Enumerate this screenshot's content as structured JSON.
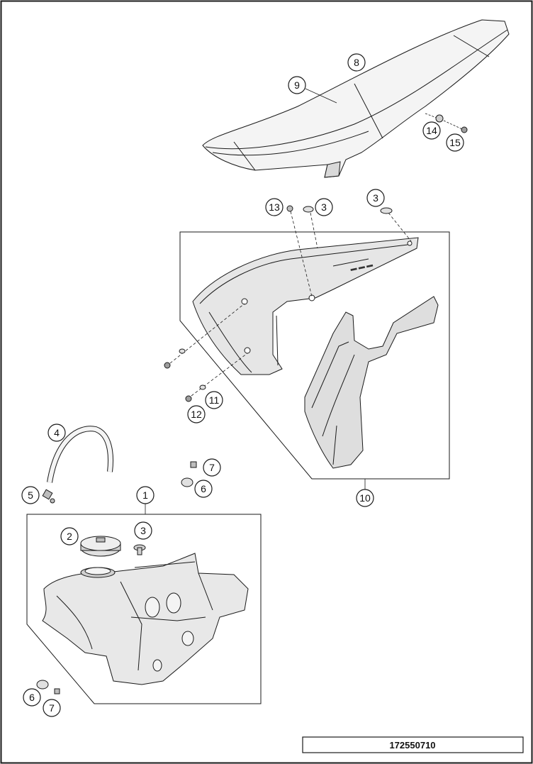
{
  "diagram": {
    "part_number": "172550710",
    "callouts": {
      "c1": "1",
      "c2": "2",
      "c3a": "3",
      "c3b": "3",
      "c3c": "3",
      "c4": "4",
      "c5": "5",
      "c6a": "6",
      "c6b": "6",
      "c7a": "7",
      "c7b": "7",
      "c8": "8",
      "c9": "9",
      "c10": "10",
      "c11": "11",
      "c12": "12",
      "c13": "13",
      "c14": "14",
      "c15": "15"
    }
  },
  "colors": {
    "line": "#1a1a1a",
    "fill_light": "#f2f2f2",
    "fill_mid": "#dcdcdc",
    "fill_dark": "#bdbdbd"
  }
}
